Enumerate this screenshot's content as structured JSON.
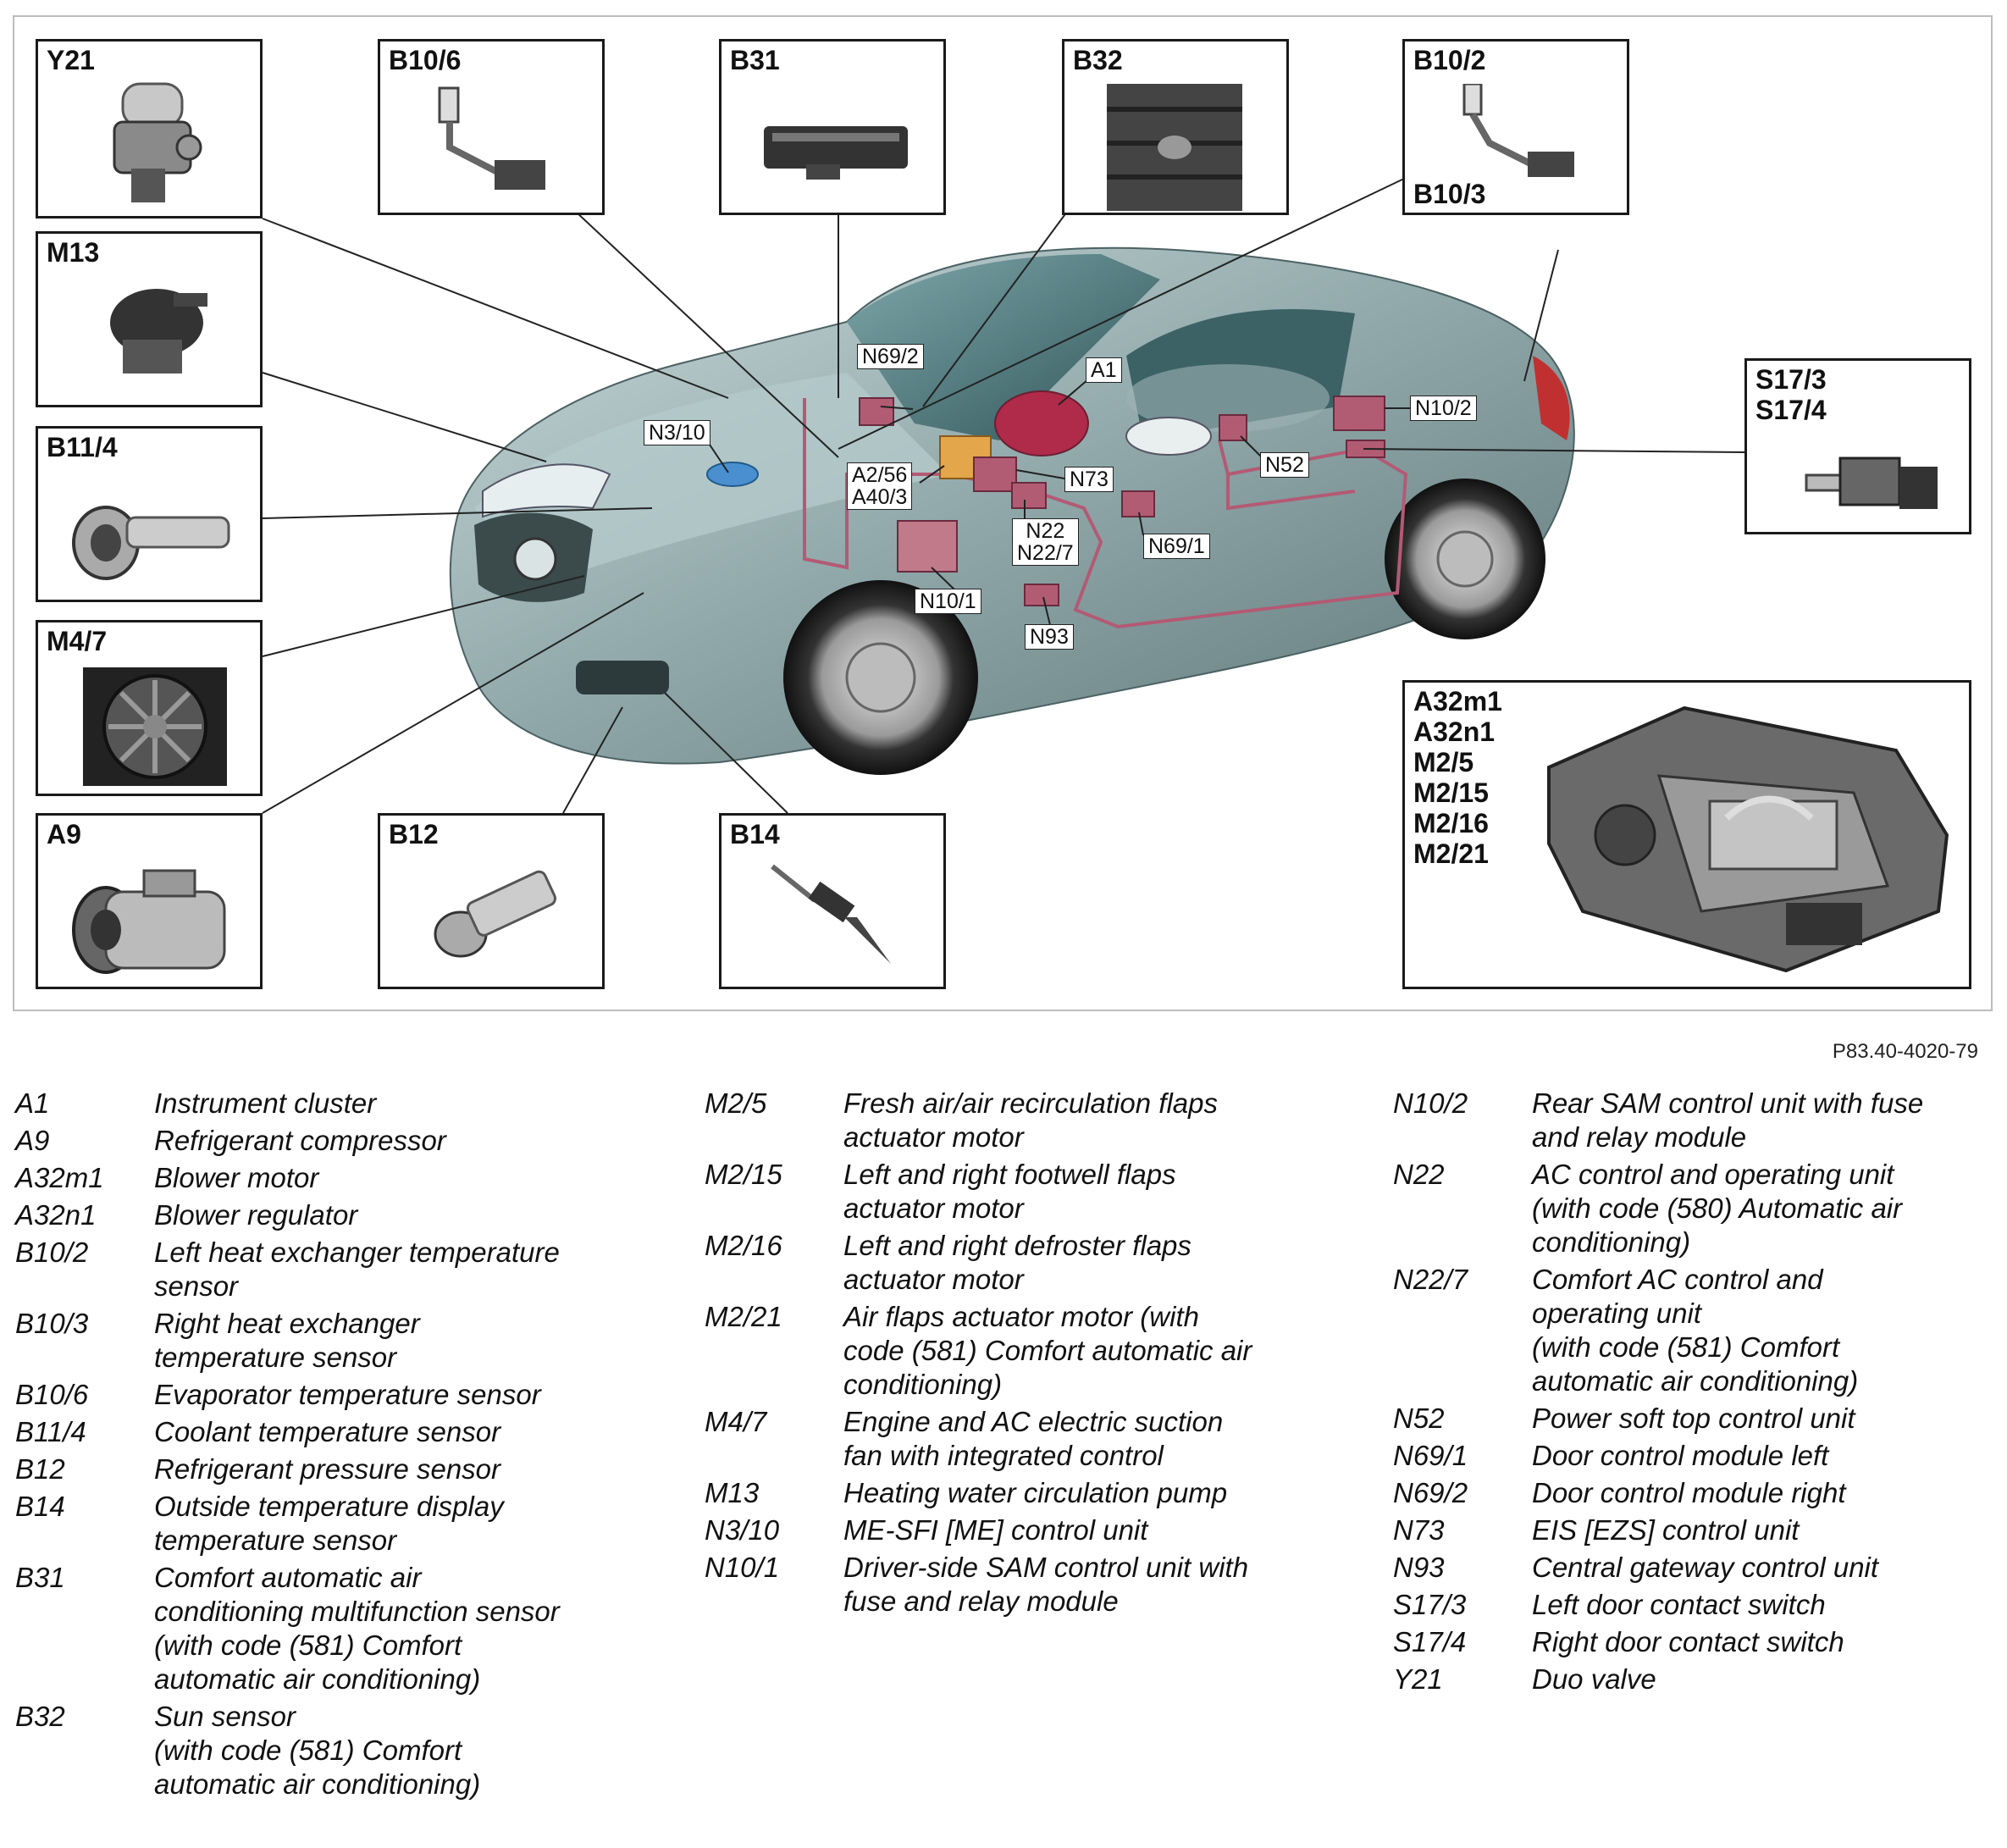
{
  "reference_code": "P83.40-4020-79",
  "boxes": {
    "y21": "Y21",
    "b10_6": "B10/6",
    "b31": "B31",
    "b32": "B32",
    "b10_2": "B10/2",
    "b10_3": "B10/3",
    "m13": "M13",
    "b11_4": "B11/4",
    "m4_7": "M4/7",
    "a9": "A9",
    "b12": "B12",
    "b14": "B14",
    "s17": "S17/3\nS17/4",
    "a32": "A32m1\nA32n1\nM2/5\nM2/15\nM2/16\nM2/21"
  },
  "callouts": {
    "n69_2": "N69/2",
    "a1": "A1",
    "n10_2": "N10/2",
    "n3_10": "N3/10",
    "a2_56": "A2/56\nA40/3",
    "n73": "N73",
    "n52": "N52",
    "n22": "N22\nN22/7",
    "n69_1": "N69/1",
    "n10_1": "N10/1",
    "n93": "N93"
  },
  "legend": {
    "col1": [
      {
        "code": "A1",
        "text": "Instrument cluster"
      },
      {
        "code": "A9",
        "text": "Refrigerant compressor"
      },
      {
        "code": "A32m1",
        "text": "Blower motor"
      },
      {
        "code": "A32n1",
        "text": "Blower regulator"
      },
      {
        "code": "B10/2",
        "text": "Left heat exchanger temperature\nsensor"
      },
      {
        "code": "B10/3",
        "text": "Right heat exchanger\ntemperature sensor"
      },
      {
        "code": "B10/6",
        "text": "Evaporator temperature sensor"
      },
      {
        "code": "B11/4",
        "text": "Coolant temperature sensor"
      },
      {
        "code": "B12",
        "text": "Refrigerant pressure sensor"
      },
      {
        "code": "B14",
        "text": "Outside temperature display\ntemperature sensor"
      },
      {
        "code": "B31",
        "text": "Comfort automatic air\nconditioning multifunction sensor\n(with code (581) Comfort\nautomatic air conditioning)"
      },
      {
        "code": "B32",
        "text": "Sun sensor\n(with code (581) Comfort\nautomatic air conditioning)"
      }
    ],
    "col2": [
      {
        "code": "M2/5",
        "text": "Fresh air/air recirculation flaps\nactuator motor"
      },
      {
        "code": "M2/15",
        "text": "Left and right footwell flaps\nactuator motor"
      },
      {
        "code": "M2/16",
        "text": "Left and right defroster flaps\nactuator motor"
      },
      {
        "code": "M2/21",
        "text": "Air flaps actuator motor (with\ncode (581) Comfort automatic air\nconditioning)"
      },
      {
        "code": "M4/7",
        "text": "Engine and AC electric suction\nfan with integrated control"
      },
      {
        "code": "M13",
        "text": "Heating water circulation pump"
      },
      {
        "code": "N3/10",
        "text": "ME-SFI [ME] control unit"
      },
      {
        "code": "N10/1",
        "text": "Driver-side SAM control unit with\nfuse and relay module"
      }
    ],
    "col3": [
      {
        "code": "N10/2",
        "text": "Rear SAM control unit with fuse\nand relay module"
      },
      {
        "code": "N22",
        "text": "AC control and operating unit\n(with code (580) Automatic air\nconditioning)"
      },
      {
        "code": "N22/7",
        "text": "Comfort AC control and\noperating unit\n(with code (581) Comfort\nautomatic air conditioning)"
      },
      {
        "code": "N52",
        "text": "Power soft top control unit"
      },
      {
        "code": "N69/1",
        "text": "Door control module left"
      },
      {
        "code": "N69/2",
        "text": "Door control module right"
      },
      {
        "code": "N73",
        "text": "EIS [EZS] control unit"
      },
      {
        "code": "N93",
        "text": "Central gateway control unit"
      },
      {
        "code": "S17/3",
        "text": "Left door contact switch"
      },
      {
        "code": "S17/4",
        "text": "Right door contact switch"
      },
      {
        "code": "Y21",
        "text": "Duo valve"
      }
    ]
  }
}
